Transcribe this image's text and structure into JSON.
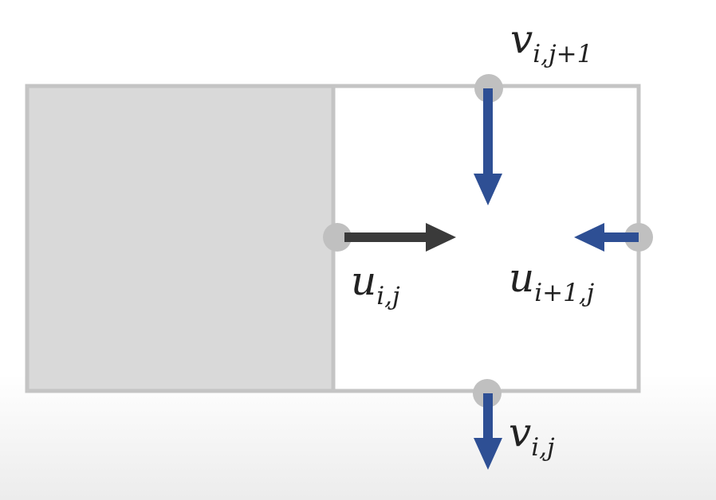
{
  "labels": {
    "v_top": {
      "main": "v",
      "sub": "i,j+1"
    },
    "u_left": {
      "main": "u",
      "sub": "i,j"
    },
    "u_right": {
      "main": "u",
      "sub": "i+1,j"
    },
    "v_bottom": {
      "main": "v",
      "sub": "i,j"
    }
  },
  "colors": {
    "solid_cell_fill": "#d9d9d9",
    "grid_stroke": "#c4c4c4",
    "node_marker": "#c0c0c0",
    "v_arrow": "#2e4f94",
    "u_left_arrow": "#3a3a3a",
    "u_right_arrow": "#2e4f94"
  }
}
